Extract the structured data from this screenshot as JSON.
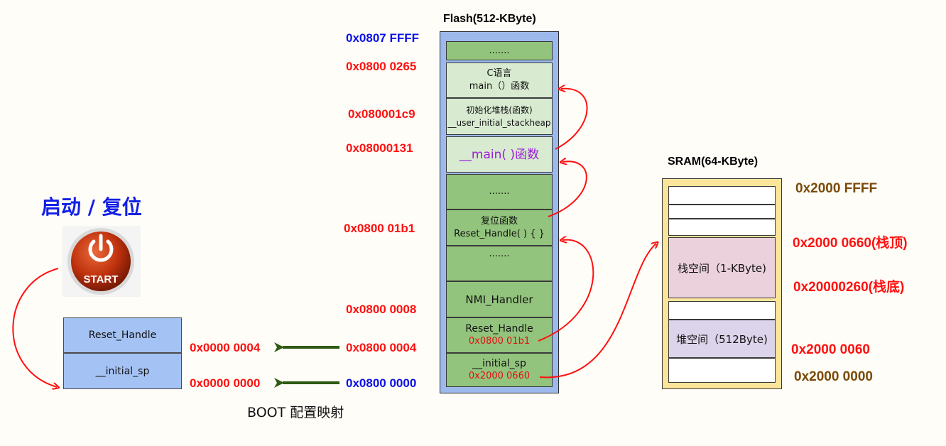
{
  "boot": {
    "heading": "启动 /  复位",
    "start_label": "START",
    "caption": "BOOT 配置映射"
  },
  "vector_table": {
    "cells": [
      "Reset_Handle",
      "__initial_sp"
    ],
    "addresses": [
      "0x0000 0004",
      "0x0000 0000"
    ]
  },
  "flash": {
    "title": "Flash(512-KByte)",
    "addresses": {
      "top": "0x0807 FFFF",
      "a0265": "0x0800 0265",
      "a01c9": "0x080001c9",
      "a0131": "0x08000131",
      "a01b1": "0x0800 01b1",
      "a0008": "0x0800 0008",
      "a0004": "0x0800 0004",
      "a0000": "0x0800 0000"
    },
    "cells": {
      "dots_top": ".......",
      "c_lang_1": "C语言",
      "c_lang_2": "main（）函数",
      "init_1": "初始化堆栈(函数)",
      "init_2": "__user_initial_stackheap",
      "main_func": "__main( )函数",
      "dots_mid": ".......",
      "reset_1": "复位函数",
      "reset_2": "Reset_Handle( ) { }",
      "dots_low": ".......",
      "nmi": "NMI_Handler",
      "reset_vec_1": "Reset_Handle",
      "reset_vec_2": "0x0800 01b1",
      "sp_vec_1": "__initial_sp",
      "sp_vec_2": "0x2000 0660"
    }
  },
  "sram": {
    "title": "SRAM(64-KByte)",
    "stack_label": "栈空间（1-KByte)",
    "heap_label": "堆空间（512Byte)",
    "addresses": {
      "top": "0x2000 FFFF",
      "stack_top": "0x2000 0660(栈顶)",
      "stack_bottom": "0x20000260(栈底)",
      "heap": "0x2000 0060",
      "base": "0x2000 0000"
    }
  },
  "colors": {
    "arrow_red": "#ff1010",
    "arrow_green": "#2e5a12",
    "addr_red": "#ff1010",
    "addr_blue": "#0a10e8",
    "addr_brown": "#7a4a08"
  }
}
